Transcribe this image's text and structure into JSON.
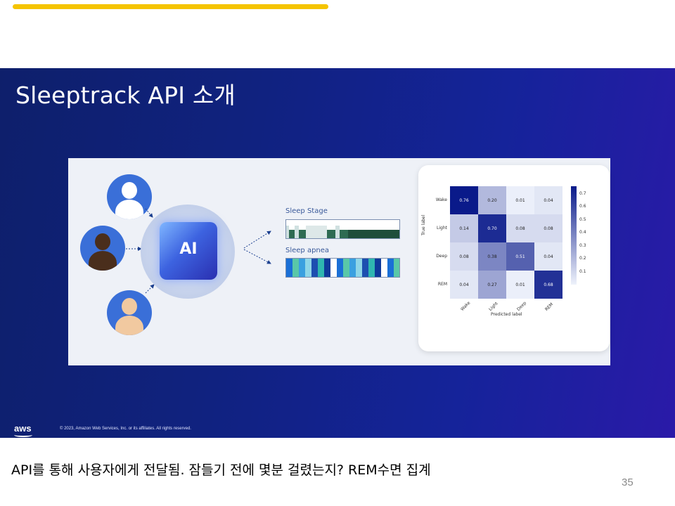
{
  "slide": {
    "title": "Sleeptrack API 소개",
    "ai_label": "AI",
    "outputs": [
      {
        "label": "Sleep Stage"
      },
      {
        "label": "Sleep apnea"
      }
    ],
    "confusion_matrix": {
      "row_labels": [
        "Wake",
        "Light",
        "Deep",
        "REM"
      ],
      "col_labels": [
        "Wake",
        "Light",
        "Deep",
        "REM"
      ],
      "values": [
        [
          "0.76",
          "0.20",
          "0.01",
          "0.04"
        ],
        [
          "0.14",
          "0.70",
          "0.08",
          "0.08"
        ],
        [
          "0.08",
          "0.38",
          "0.51",
          "0.04"
        ],
        [
          "0.04",
          "0.27",
          "0.01",
          "0.68"
        ]
      ],
      "ylabel": "True label",
      "xlabel": "Predicted label",
      "colorbar_ticks": [
        "0.7",
        "0.6",
        "0.5",
        "0.4",
        "0.3",
        "0.2",
        "0.1"
      ],
      "colorbar_min": 0.0,
      "colorbar_max": 0.76
    },
    "footer": {
      "logo": "aws",
      "copyright": "© 2023, Amazon Web Services, Inc. or its affiliates. All rights reserved."
    }
  },
  "caption": "API를 통해 사용자에게 전달됨. 잠들기 전에 몇분 걸렸는지? REM수면 집계",
  "page_number": "35",
  "colors": {
    "accent": "#f5c400",
    "slide_bg": "#10227f",
    "cm_high": "#0a1a8a",
    "cm_low": "#eef2fb"
  }
}
